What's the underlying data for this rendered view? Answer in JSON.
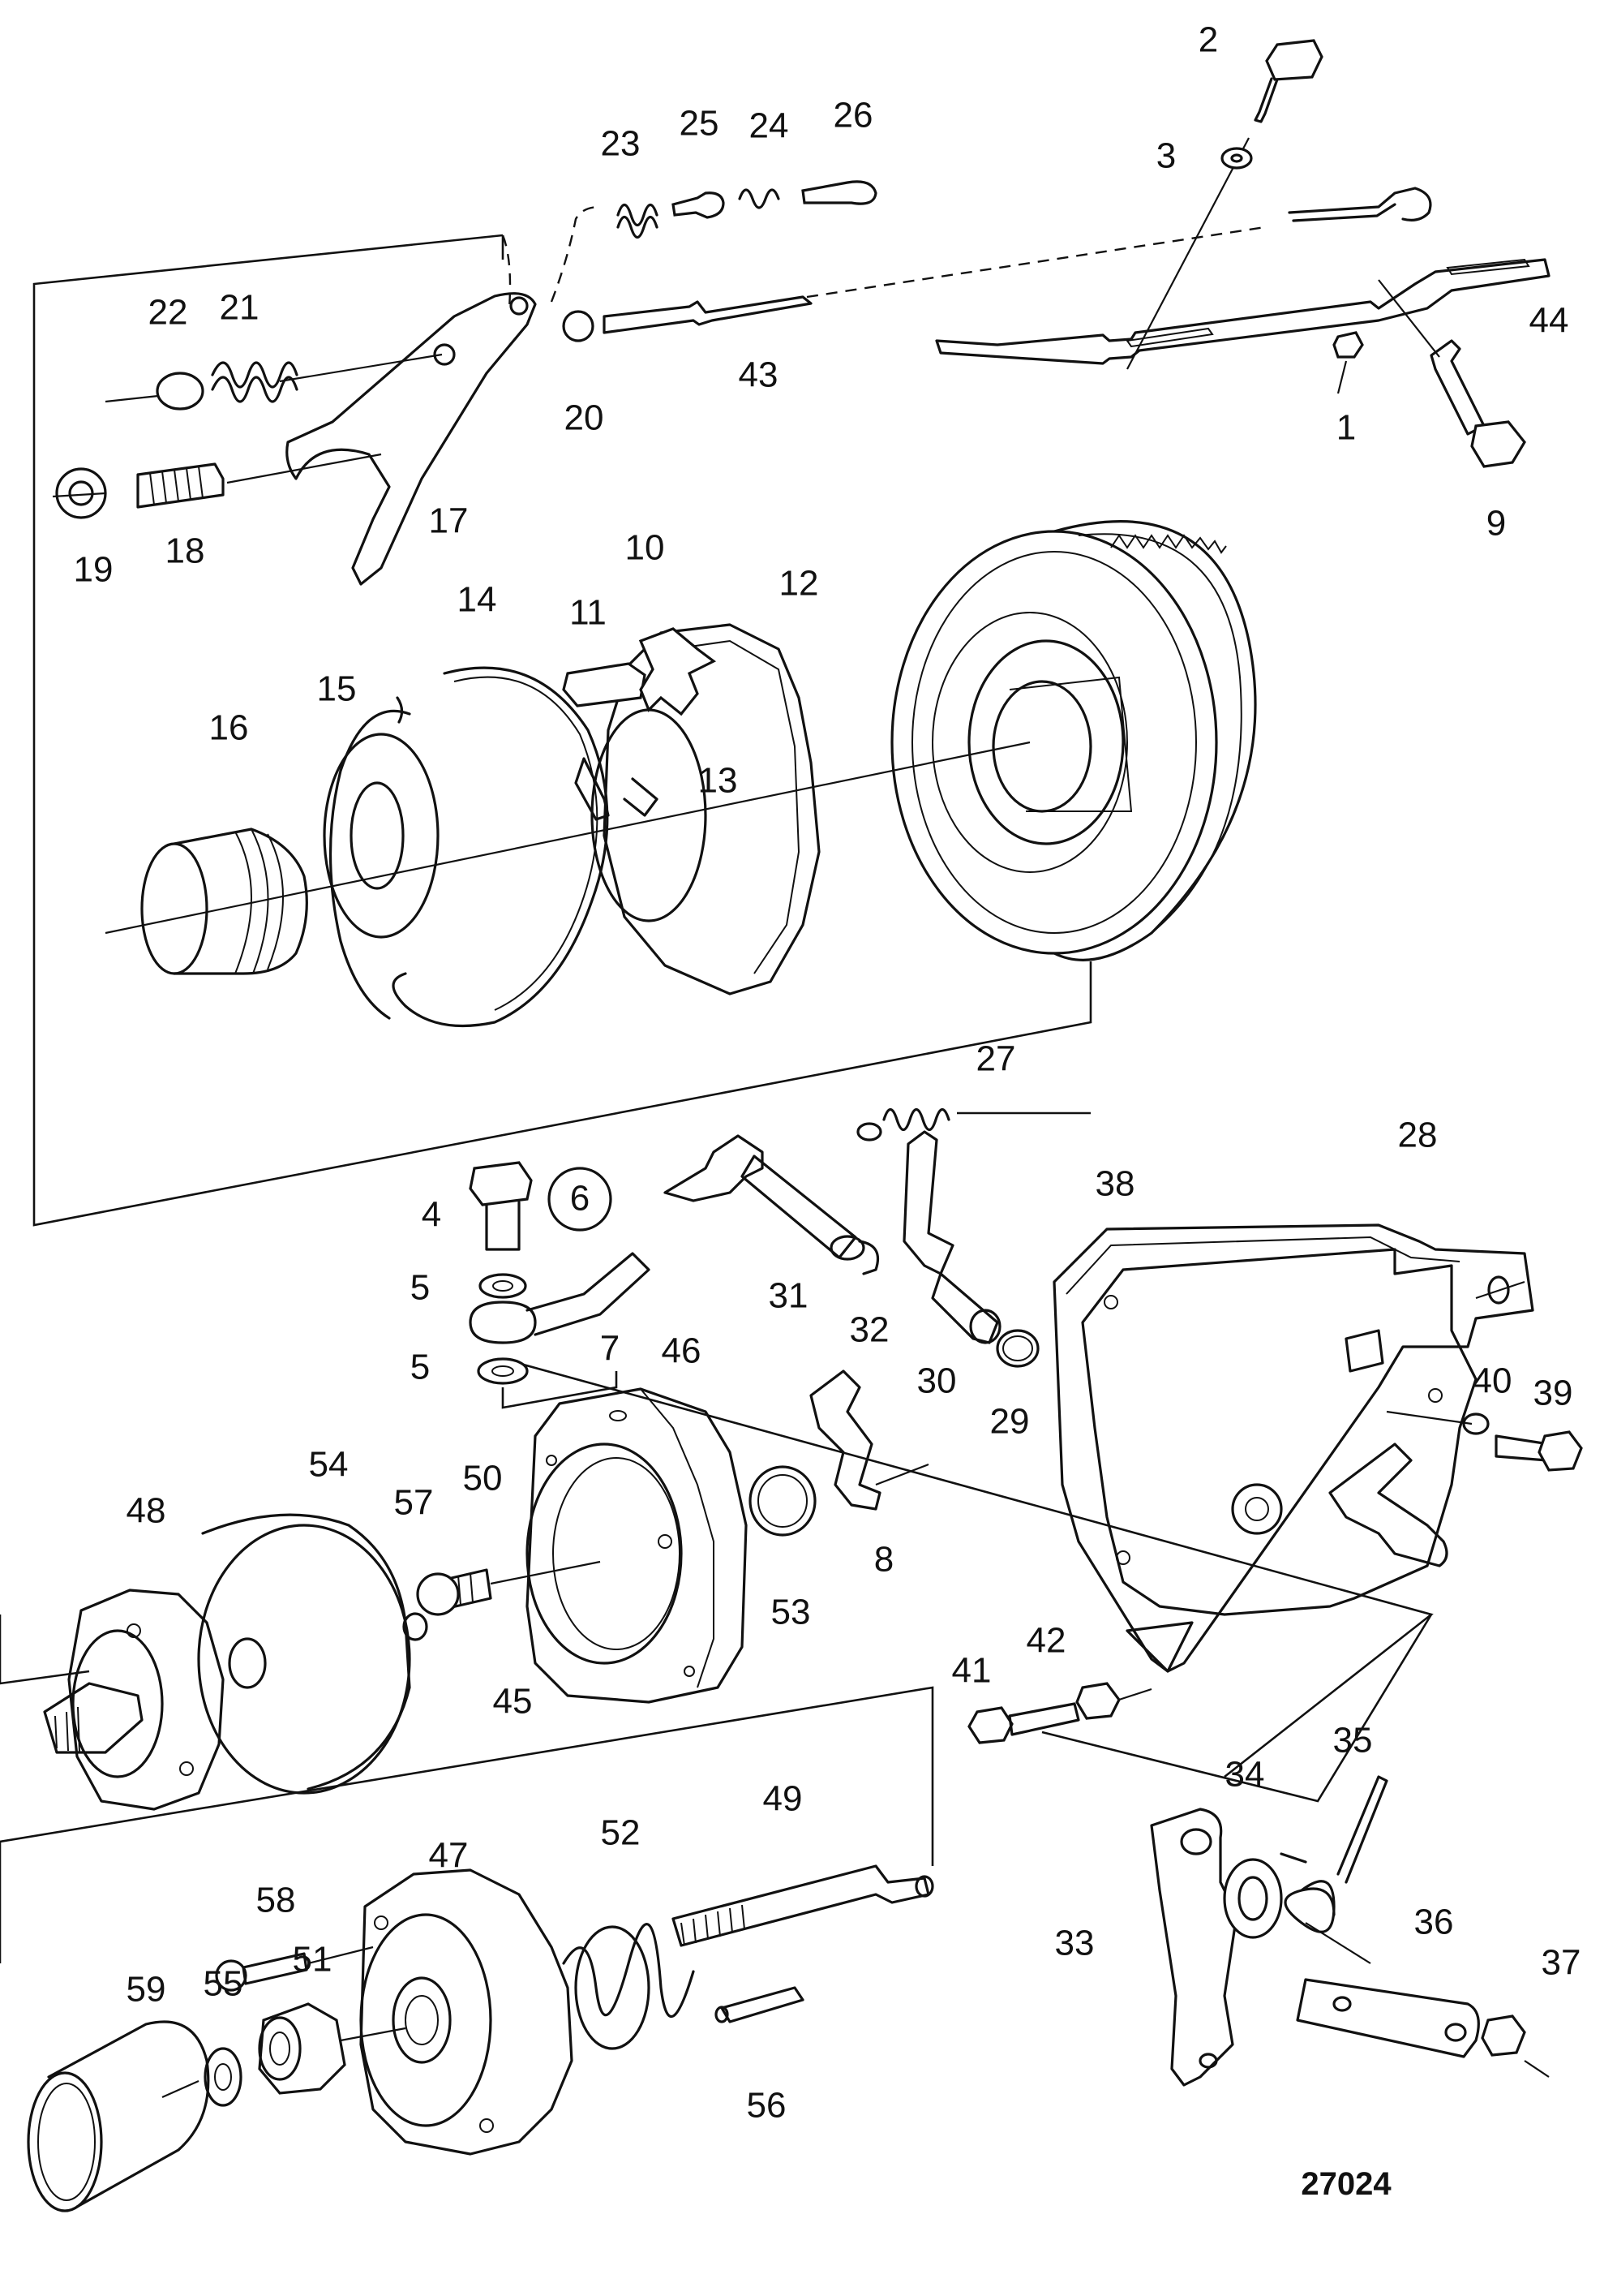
{
  "drawing_number": "27024",
  "note_symbol": "6",
  "callouts": [
    "1",
    "2",
    "3",
    "4",
    "5",
    "5",
    "7",
    "8",
    "9",
    "10",
    "11",
    "12",
    "13",
    "14",
    "15",
    "16",
    "17",
    "18",
    "19",
    "20",
    "21",
    "22",
    "23",
    "24",
    "25",
    "26",
    "27",
    "28",
    "29",
    "30",
    "31",
    "32",
    "33",
    "34",
    "35",
    "36",
    "37",
    "38",
    "39",
    "40",
    "41",
    "42",
    "43",
    "44",
    "45",
    "46",
    "47",
    "48",
    "49",
    "50",
    "51",
    "52",
    "53",
    "54",
    "55",
    "56",
    "57",
    "58",
    "59"
  ]
}
